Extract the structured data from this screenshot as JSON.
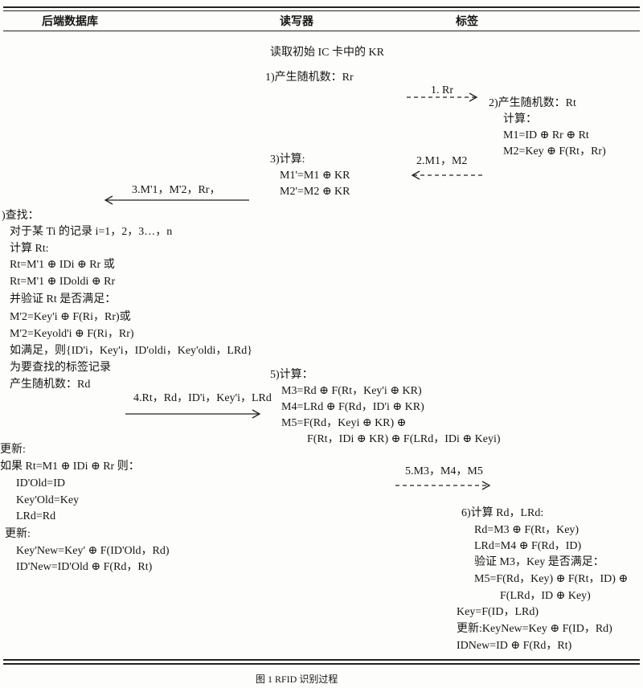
{
  "header": {
    "backend": "后端数据库",
    "reader": "读写器",
    "tag": "标签"
  },
  "reader": {
    "read_kr": "读取初始 IC 卡中的 KR",
    "step1": "1)产生随机数：Rr",
    "step3_title": "3)计算:",
    "step3_line1": "M1'=M1 ⊕ KR",
    "step3_line2": "M2'=M2 ⊕ KR",
    "step5_title": "5)计算：",
    "step5_line1": "M3=Rd ⊕ F(Rt，Key'i ⊕ KR)",
    "step5_line2": "M4=LRd ⊕ F(Rd，ID'i ⊕ KR)",
    "step5_line3": "M5=F(Rd，Keyi ⊕ KR) ⊕",
    "step5_line4": "F(Rt，IDi ⊕ KR) ⊕ F(LRd，IDi ⊕ Keyi)"
  },
  "tag": {
    "step2_title": "2)产生随机数：Rt",
    "step2_calc": "计算：",
    "step2_line1": "M1=ID ⊕ Rr ⊕ Rt",
    "step2_line2": "M2=Key ⊕ F(Rt，Rr)",
    "step6_title": "6)计算 Rd，LRd:",
    "step6_line1": "Rd=M3 ⊕ F(Rt，Key)",
    "step6_line2": "LRd=M4 ⊕ F(Rd，ID)",
    "step6_verify": "验证 M3，Key 是否满足：",
    "step6_line3": "M5=F(Rd，Key) ⊕ F(Rt，ID) ⊕",
    "step6_line4": "F(LRd，ID ⊕ Key)",
    "step6_line5": "Key=F(ID，LRd)",
    "step6_line6": "更新:KeyNew=Key ⊕ F(ID，Rd)",
    "step6_line7": "IDNew=ID ⊕ F(Rd，Rt)"
  },
  "backend": {
    "step4_title": ")查找：",
    "step4_line1": "对于某 Ti 的记录 i=1，2，3…，n",
    "step4_calc": "计算 Rt:",
    "step4_line2": "Rt=M'1 ⊕ IDi ⊕ Rr 或",
    "step4_line3": "Rt=M'1 ⊕ IDoldi ⊕ Rr",
    "step4_verify": "并验证 Rt 是否满足：",
    "step4_line4": "M'2=Key'i ⊕ F(Ri，Rr)或",
    "step4_line5": "M'2=Keyold'i ⊕ F(Ri，Rr)",
    "step4_line6": "如满足，则{ID'i，Key'i，ID'oldi，Key'oldi，LRd}",
    "step4_line7": "为要查找的标签记录",
    "step4_line8": "产生随机数：Rd",
    "update_title": "更新:",
    "update_if": "如果 Rt=M1 ⊕ IDi ⊕ Rr 则：",
    "update_line1": "ID'Old=ID",
    "update_line2": "Key'Old=Key",
    "update_line3": "LRd=Rd",
    "update2_title": "更新:",
    "update2_line1": "Key'New=Key' ⊕ F(ID'Old，Rd)",
    "update2_line2": "ID'New=ID'Old ⊕ F(Rd，Rt)"
  },
  "messages": {
    "msg1": "1. Rr",
    "msg2": "2.M1，M2",
    "msg3": "3.M'1，M'2，Rr，",
    "msg4": "4.Rt，Rd，ID'i，Key'i，LRd",
    "msg5": "5.M3，M4，M5"
  },
  "caption": "图 1 RFID 识别过程"
}
